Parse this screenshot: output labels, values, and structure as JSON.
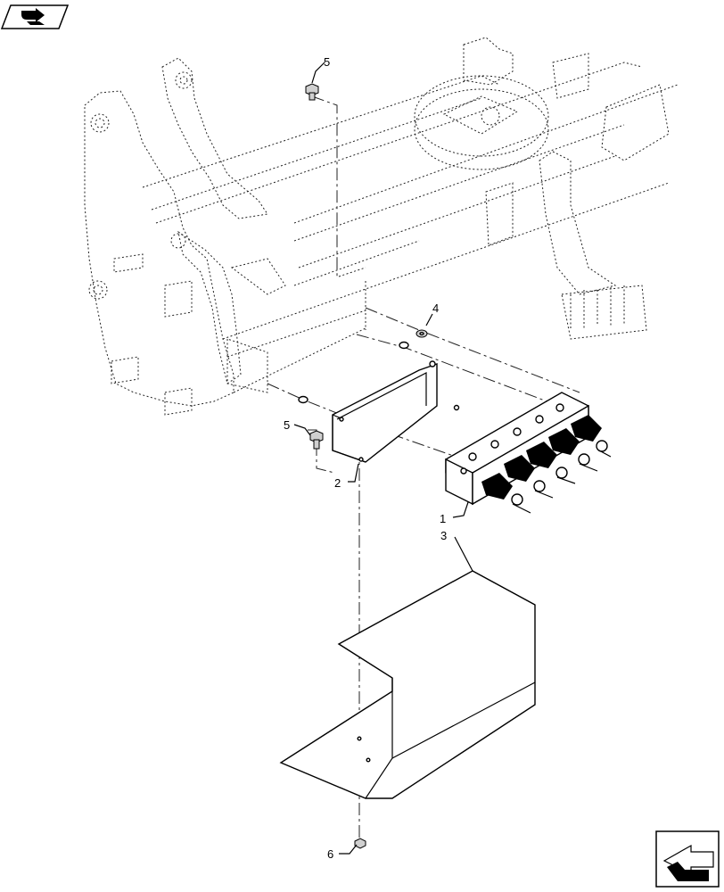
{
  "callouts": [
    {
      "id": "1",
      "label": "1"
    },
    {
      "id": "2",
      "label": "2"
    },
    {
      "id": "3",
      "label": "3"
    },
    {
      "id": "4",
      "label": "4"
    },
    {
      "id": "5a",
      "label": "5"
    },
    {
      "id": "5b",
      "label": "5"
    },
    {
      "id": "6",
      "label": "6"
    }
  ],
  "icons": {
    "top_left": "previous-page-icon",
    "bottom_right": "next-page-icon"
  }
}
